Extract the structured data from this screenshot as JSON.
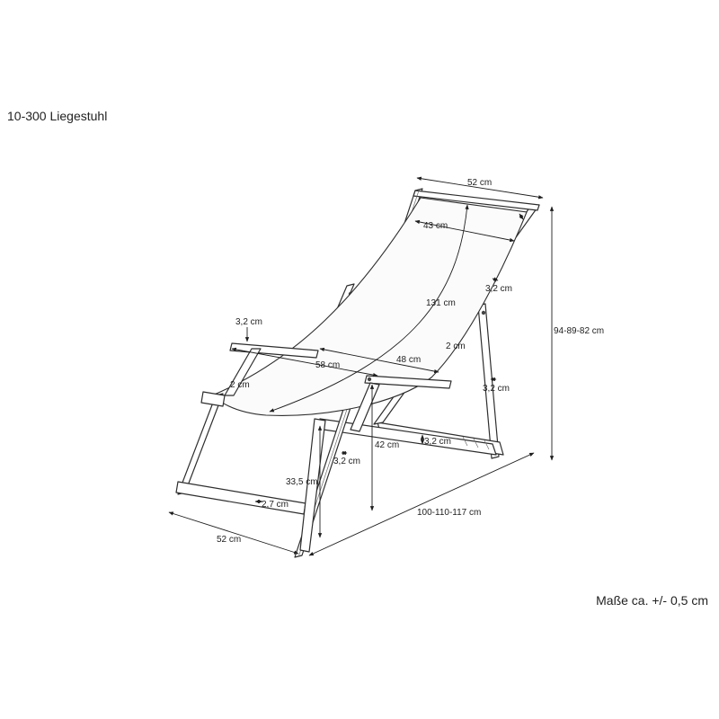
{
  "title": "10-300 Liegestuhl",
  "note": "Maße ca. +/- 0,5 cm",
  "dimensions": {
    "top_width": "52 cm",
    "fabric_width": "43 cm",
    "fabric_length": "131 cm",
    "height": "94-89-82 cm",
    "armrest_thickness": "3,2 cm",
    "armrest_length": "58 cm",
    "armrest_spacing": "48 cm",
    "frame_thickness_left": "2 cm",
    "frame_thickness_middle": "2 cm",
    "back_frame_width": "3,2 cm",
    "back_leg_width": "3,2 cm",
    "seat_height": "42 cm",
    "front_height": "33,5 cm",
    "front_leg_width": "3,2 cm",
    "support_thickness": "3,2 cm",
    "bar_thickness": "2,7 cm",
    "base_width": "52 cm",
    "depth": "100-110-117 cm"
  }
}
